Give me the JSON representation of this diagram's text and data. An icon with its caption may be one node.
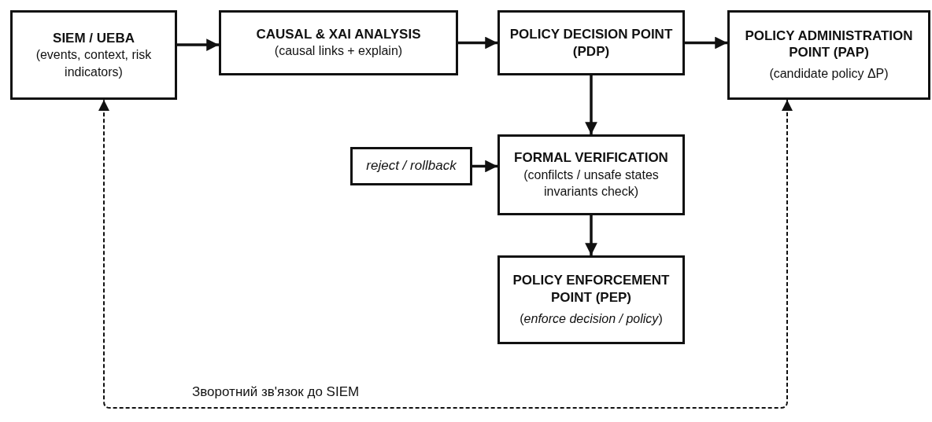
{
  "diagram": {
    "nodes": [
      {
        "text": [
          "SIEM / UEBA",
          "(events, context, risk indicators)"
        ]
      },
      {
        "text": [
          "CAUSAL & XAI ANALYSIS",
          "(causal links + explain)"
        ]
      },
      {
        "text": [
          "POLICY DECISION POINT (PDP)"
        ]
      },
      {
        "text": [
          "POLICY ADMINISTRATION POINT (PAP)",
          "(candidate policy ΔP)"
        ]
      },
      {
        "text": [
          "FORMAL VERIFICATION",
          "(confilcts / unsafe states invariants check)"
        ]
      },
      {
        "text": [
          "reject / rollback"
        ]
      },
      {
        "text": [
          "POLICY ENFORCEMENT POINT (PEP)",
          "(*enforce decision / policy*)"
        ]
      }
    ],
    "edges": [
      {
        "from": 0,
        "to": 1,
        "arrow": "to"
      },
      {
        "from": 1,
        "to": 2,
        "arrow": "to"
      },
      {
        "from": 2,
        "to": 3,
        "arrow": "to"
      },
      {
        "from": 2,
        "to": 4,
        "arrow": "to"
      },
      {
        "from": 5,
        "to": 4,
        "arrow": "to"
      },
      {
        "from": 4,
        "to": 6,
        "arrow": "to"
      },
      {
        "from": 3,
        "to": 0,
        "arrow": "both",
        "style": "dashed",
        "label": "Зворотний зв'язок до SIEM"
      }
    ]
  }
}
